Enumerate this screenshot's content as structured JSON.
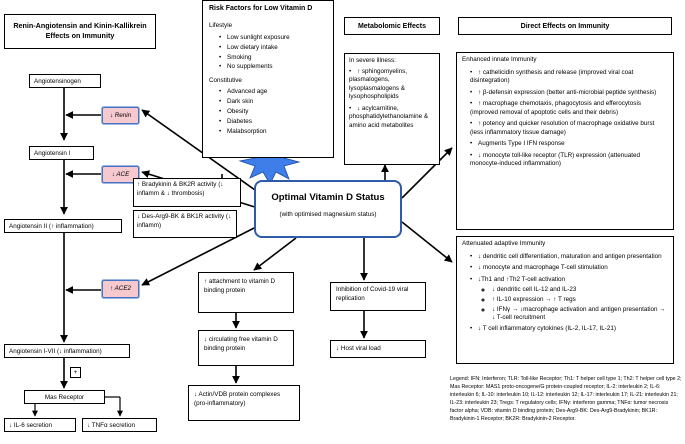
{
  "left_title": "Renin-Angiotensin and Kinin-Kallikrein Effects on Immunity",
  "nodes": {
    "angiotensinogen": "Angiotensinogen",
    "renin": "↓ Renin",
    "angiotensin1": "Angiotensin I",
    "ace": "↓ ACE",
    "angiotensin2": "Angiotensin II (↑ inflammation)",
    "bradykinin": "↑ Bradykinin & BK2R activity (↓ inflamm & ↓ thrombosis)",
    "desarg": "↓ Des-Arg9-BK & BK1R activity (↓ inflamm)",
    "ace2": "↑ ACE2",
    "angiotensin17": "Angiotensin I-VII (↓ inflammation)",
    "plus": "+",
    "mas_receptor": "Mas Receptor",
    "il6": "↓ IL-6 secretion",
    "tnfa": "↓ TNFα secretion"
  },
  "risk_factors": {
    "title": "Risk Factors for Low Vitamin D",
    "lifestyle_label": "Lifestyle",
    "lifestyle": [
      "Low sunlight exposure",
      "Low dietary intake",
      "Smoking",
      "No supplements"
    ],
    "constitutive_label": "Constitutive",
    "constitutive": [
      "Advanced age",
      "Dark skin",
      "Obesity",
      "Diabetes",
      "Malabsorption"
    ]
  },
  "metabolomic": {
    "title": "Metabolomic Effects",
    "intro": "In severe illness:",
    "items": [
      "↑ sphingomyelins, plasmalogens, lysoplasmalogens & lysophospholipids",
      "↓ acylcarnitine, phosphatidylethanolamine & amino acid metabolites"
    ]
  },
  "direct": {
    "title": "Direct Effects on Immunity",
    "innate_title": "Enhanced innate Immunity",
    "innate": [
      "↑ cathelicidin synthesis and release (improved viral coat disintegration)",
      "↑ β-defensin expression (better anti-microbial peptide synthesis)",
      "↑ macrophage chemotaxis, phagocytosis and efferocytosis (improved removal of apoptotic cells and their debris)",
      "↑ potency and quicker resolution of macrophage oxidative burst (less inflammatory tissue damage)",
      "Augments Type I IFN response",
      "↓ monocyte toll-like receptor (TLR) expression (attenuated monocyte-induced inflammation)"
    ],
    "adaptive_title": "Attenuated adaptive Immunity",
    "adaptive": [
      "↓ dendritic cell differentiation, maturation and antigen presentation",
      "↓ monocyte and macrophage T-cell stimulation",
      "↓Th1 and ↑Th2 T-cell activation"
    ],
    "adaptive_sub": [
      "↓ dendritic cell IL-12 and IL-23",
      "↑ IL-10 expression → ↑ T regs",
      "↓ IFNγ → ↓macrophage activation and antigen presentation → ↓ T-cell recruitment"
    ],
    "adaptive_last": "↓ T cell inflammatory cytokines (IL-2, IL-17, IL-21)"
  },
  "center": {
    "title": "Optimal Vitamin D Status",
    "subtitle": "(with optimised magnesium status)"
  },
  "binding": {
    "attachment": "↑ attachment to vitamin D binding protein",
    "circulating": "↓ circulating free vitamin D binding protein",
    "actin": "↓ Actin/VDB protein complexes (pro-inflammatory)"
  },
  "covid": {
    "inhibition": "Inhibition of Covid-19 viral replication",
    "host": "↓ Host viral load"
  },
  "legend": "Legend: IFN: Interferon; TLR: Toll-like Receptor; Th1: T helper cell type 1; Th2: T helper cell type 2; Mas Receptor: MAS1 proto-oncogene/G protein-coupled receptor; IL-2: interleukin 2; IL-6: interleukin 6; IL-10: interleukin 10; IL-12: interleukin 12; IL-17: interleukin 17; IL-21: interleukin 21; IL-23: interleukin 23; Tregs: T regulatory cells; IFNγ: interferon gamma; TNFα: tumor necrosis factor alpha; VDB: vitamin D binding protein; Des-Arg9-BK: Des-Arg9-Bradykinin; BK1R: Bradykinin-1 Receptor; BK2R: Bradykinin-2 Receptor.",
  "colors": {
    "pink_fill": "#f6c9cf",
    "blue_border": "#2e5aa8",
    "star_fill": "#3d7ee8"
  }
}
